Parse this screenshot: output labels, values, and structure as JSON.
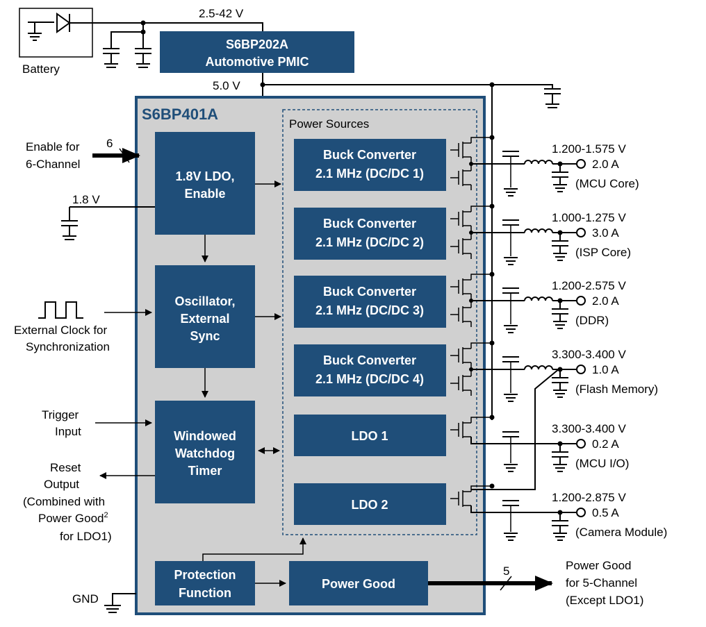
{
  "chip": {
    "title": "S6BP401A",
    "pmic_line1": "S6BP202A",
    "pmic_line2": "Automotive PMIC",
    "input_voltage": "2.5-42 V",
    "vout_5v": "5.0 V",
    "power_sources_label": "Power Sources"
  },
  "battery_label": "Battery",
  "inputs": {
    "enable_line1": "Enable for",
    "enable_line2": "6-Channel",
    "enable_bus": "6",
    "v18": "1.8 V",
    "ext_clk_line1": "External Clock for",
    "ext_clk_line2": "Synchronization",
    "trigger_line1": "Trigger",
    "trigger_line2": "Input",
    "reset_line1": "Reset",
    "reset_line2": "Output",
    "reset_line3": "(Combined with",
    "reset_line4": "Power Good",
    "reset_sup": "2",
    "reset_line5": "for LDO1)",
    "gnd": "GND"
  },
  "blocks": {
    "ldo_enable_1": "1.8V LDO,",
    "ldo_enable_2": "Enable",
    "osc_1": "Oscillator,",
    "osc_2": "External",
    "osc_3": "Sync",
    "wdt_1": "Windowed",
    "wdt_2": "Watchdog",
    "wdt_3": "Timer",
    "prot_1": "Protection",
    "prot_2": "Function",
    "pgood": "Power Good"
  },
  "channels": [
    {
      "line1": "Buck Converter",
      "line2": "2.1 MHz (DC/DC 1)",
      "voltage": "1.200-1.575 V",
      "current": "2.0 A",
      "load": "(MCU Core)"
    },
    {
      "line1": "Buck Converter",
      "line2": "2.1 MHz (DC/DC 2)",
      "voltage": "1.000-1.275 V",
      "current": "3.0 A",
      "load": "(ISP Core)"
    },
    {
      "line1": "Buck Converter",
      "line2": "2.1 MHz (DC/DC 3)",
      "voltage": "1.200-2.575 V",
      "current": "2.0 A",
      "load": "(DDR)"
    },
    {
      "line1": "Buck Converter",
      "line2": "2.1 MHz (DC/DC 4)",
      "voltage": "3.300-3.400 V",
      "current": "1.0 A",
      "load": "(Flash Memory)"
    },
    {
      "line1": "LDO 1",
      "line2": "",
      "voltage": "3.300-3.400 V",
      "current": "0.2 A",
      "load": "(MCU I/O)"
    },
    {
      "line1": "LDO 2",
      "line2": "",
      "voltage": "1.200-2.875 V",
      "current": "0.5 A",
      "load": "(Camera Module)"
    }
  ],
  "pgood_out": {
    "bus": "5",
    "line1": "Power Good",
    "line2": "for 5-Channel",
    "line3": "(Except LDO1)"
  }
}
